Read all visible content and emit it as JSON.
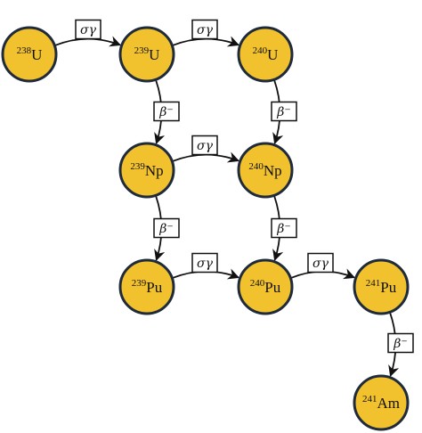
{
  "nodes": [
    {
      "id": "u238",
      "mass": "238",
      "element": "U"
    },
    {
      "id": "u239",
      "mass": "239",
      "element": "U"
    },
    {
      "id": "u240",
      "mass": "240",
      "element": "U"
    },
    {
      "id": "np239",
      "mass": "239",
      "element": "Np"
    },
    {
      "id": "np240",
      "mass": "240",
      "element": "Np"
    },
    {
      "id": "pu239",
      "mass": "239",
      "element": "Pu"
    },
    {
      "id": "pu240",
      "mass": "240",
      "element": "Pu"
    },
    {
      "id": "pu241",
      "mass": "241",
      "element": "Pu"
    },
    {
      "id": "am241",
      "mass": "241",
      "element": "Am"
    }
  ],
  "edges": [
    {
      "from": "u238",
      "to": "u239",
      "label": "σγ"
    },
    {
      "from": "u239",
      "to": "u240",
      "label": "σγ"
    },
    {
      "from": "u239",
      "to": "np239",
      "label": "β⁻"
    },
    {
      "from": "u240",
      "to": "np240",
      "label": "β⁻"
    },
    {
      "from": "np239",
      "to": "np240",
      "label": "σγ"
    },
    {
      "from": "np239",
      "to": "pu239",
      "label": "β⁻"
    },
    {
      "from": "np240",
      "to": "pu240",
      "label": "β⁻"
    },
    {
      "from": "pu239",
      "to": "pu240",
      "label": "σγ"
    },
    {
      "from": "pu240",
      "to": "pu241",
      "label": "σγ"
    },
    {
      "from": "pu241",
      "to": "am241",
      "label": "β⁻"
    }
  ],
  "colors": {
    "node_fill": "#f2c12e",
    "node_stroke": "#1f2b3a"
  }
}
